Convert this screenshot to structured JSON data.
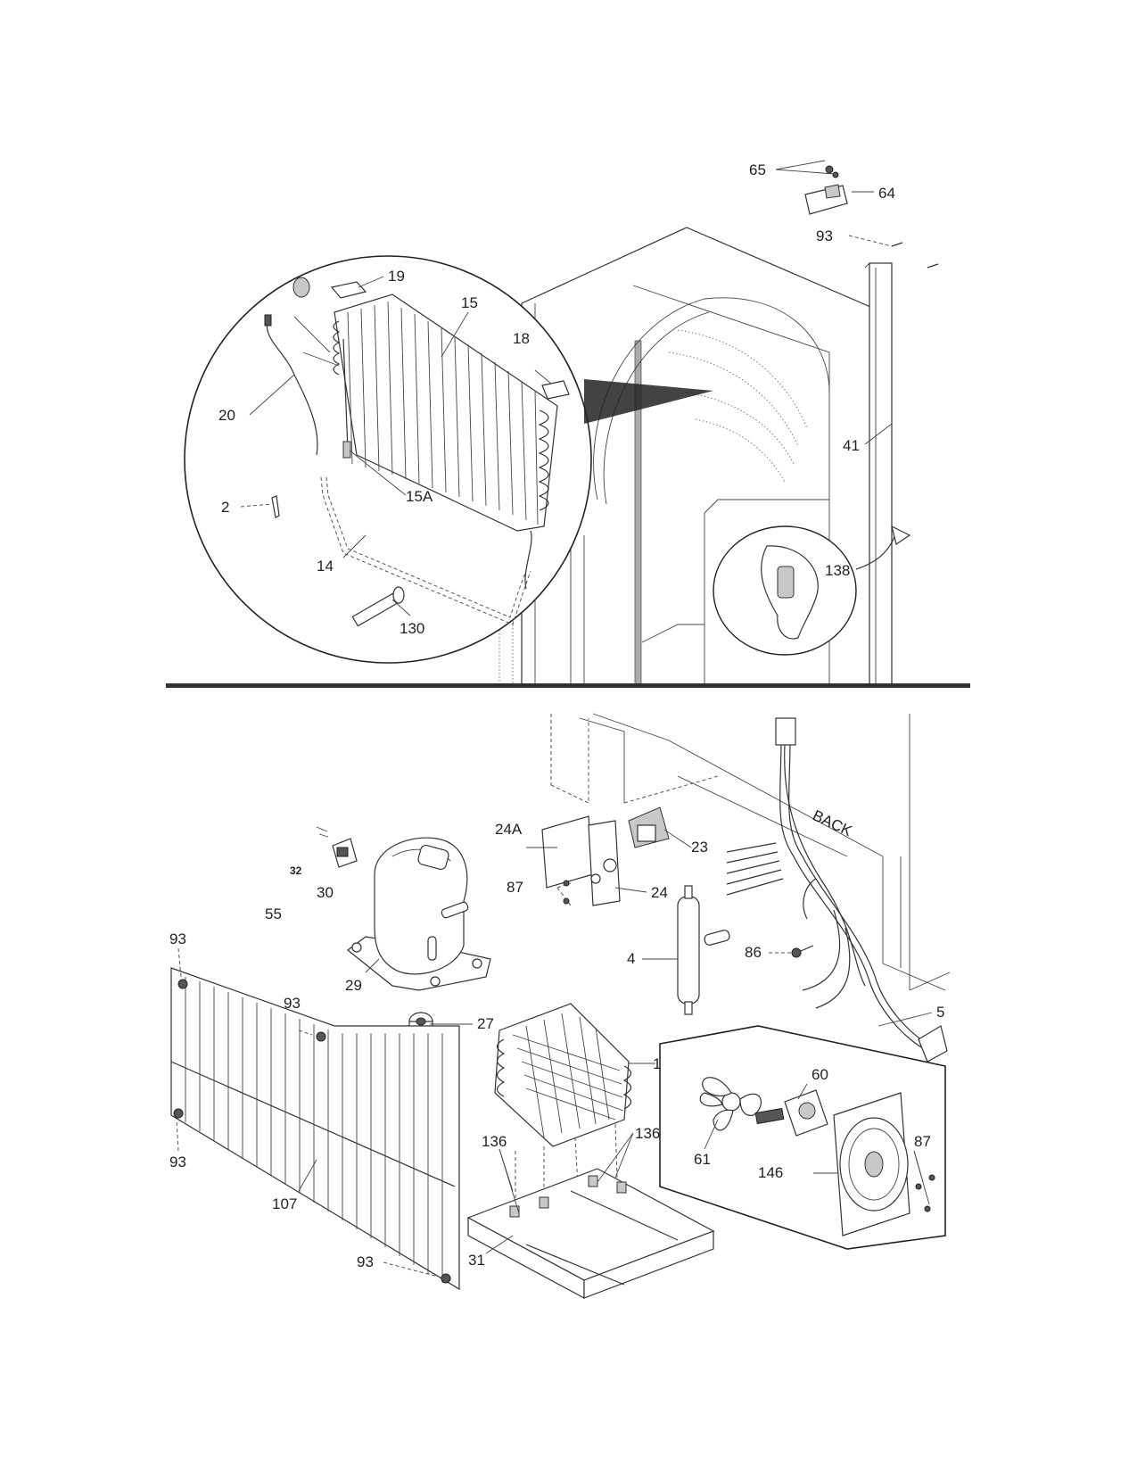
{
  "diagram": {
    "back_label": "BACK",
    "top_callouts": [
      "65",
      "64",
      "93",
      "19",
      "15",
      "18",
      "20",
      "15A",
      "2",
      "14",
      "130",
      "41",
      "138"
    ],
    "bottom_callouts": [
      "24A",
      "23",
      "32",
      "30",
      "87",
      "24",
      "55",
      "4",
      "86",
      "93",
      "29",
      "27",
      "93",
      "5",
      "1",
      "60",
      "136",
      "136",
      "61",
      "87",
      "146",
      "93",
      "107",
      "31",
      "93"
    ]
  }
}
